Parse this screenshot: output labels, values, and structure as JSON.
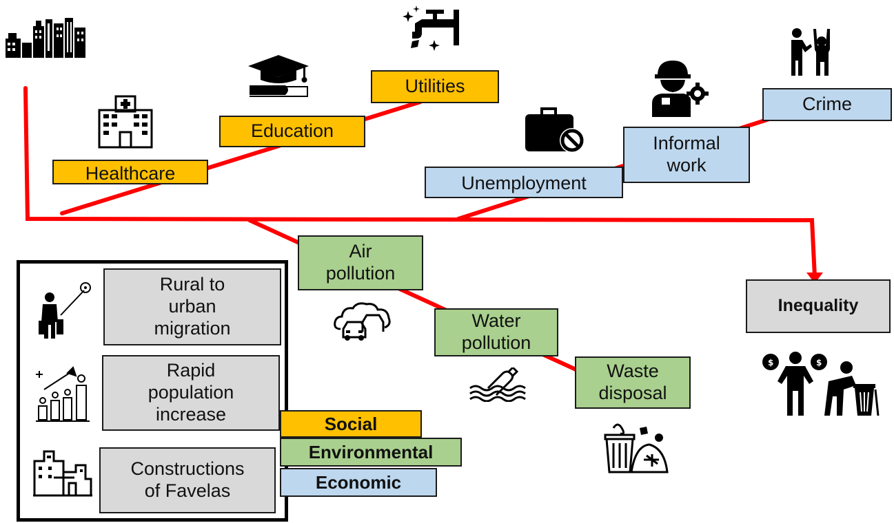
{
  "social": {
    "healthcare": "Healthcare",
    "education": "Education",
    "utilities": "Utilities"
  },
  "economic": {
    "unemployment": "Unemployment",
    "informal_work": "Informal\nwork",
    "crime": "Crime"
  },
  "environmental": {
    "air_pollution": "Air\npollution",
    "water_pollution": "Water\npollution",
    "waste_disposal": "Waste\ndisposal"
  },
  "outcome": {
    "inequality": "Inequality"
  },
  "causes": {
    "rural_migration": "Rural to\nurban\nmigration",
    "population_increase": "Rapid\npopulation\nincrease",
    "favelas": "Constructions\nof Favelas"
  },
  "legend": {
    "social": "Social",
    "environmental": "Environmental",
    "economic": "Economic"
  },
  "colors": {
    "social": "#FFC000",
    "environmental": "#A9D08E",
    "economic": "#BDD7EE",
    "cause": "#D9D9D9",
    "connector": "#FF0000"
  },
  "icons": {
    "city": "city-skyline-icon",
    "hospital": "hospital-icon",
    "education": "graduation-cap-book-icon",
    "utilities": "water-tap-icon",
    "unemployment": "briefcase-blocked-icon",
    "informal_work": "worker-gear-icon",
    "crime": "people-hands-up-icon",
    "air_pollution": "cars-smog-icon",
    "water_pollution": "bottle-in-water-icon",
    "waste_disposal": "garbage-heap-icon",
    "inequality": "rich-poor-people-icon",
    "migration": "traveler-location-icon",
    "population": "population-growth-icon",
    "favelas": "favela-buildings-icon"
  }
}
